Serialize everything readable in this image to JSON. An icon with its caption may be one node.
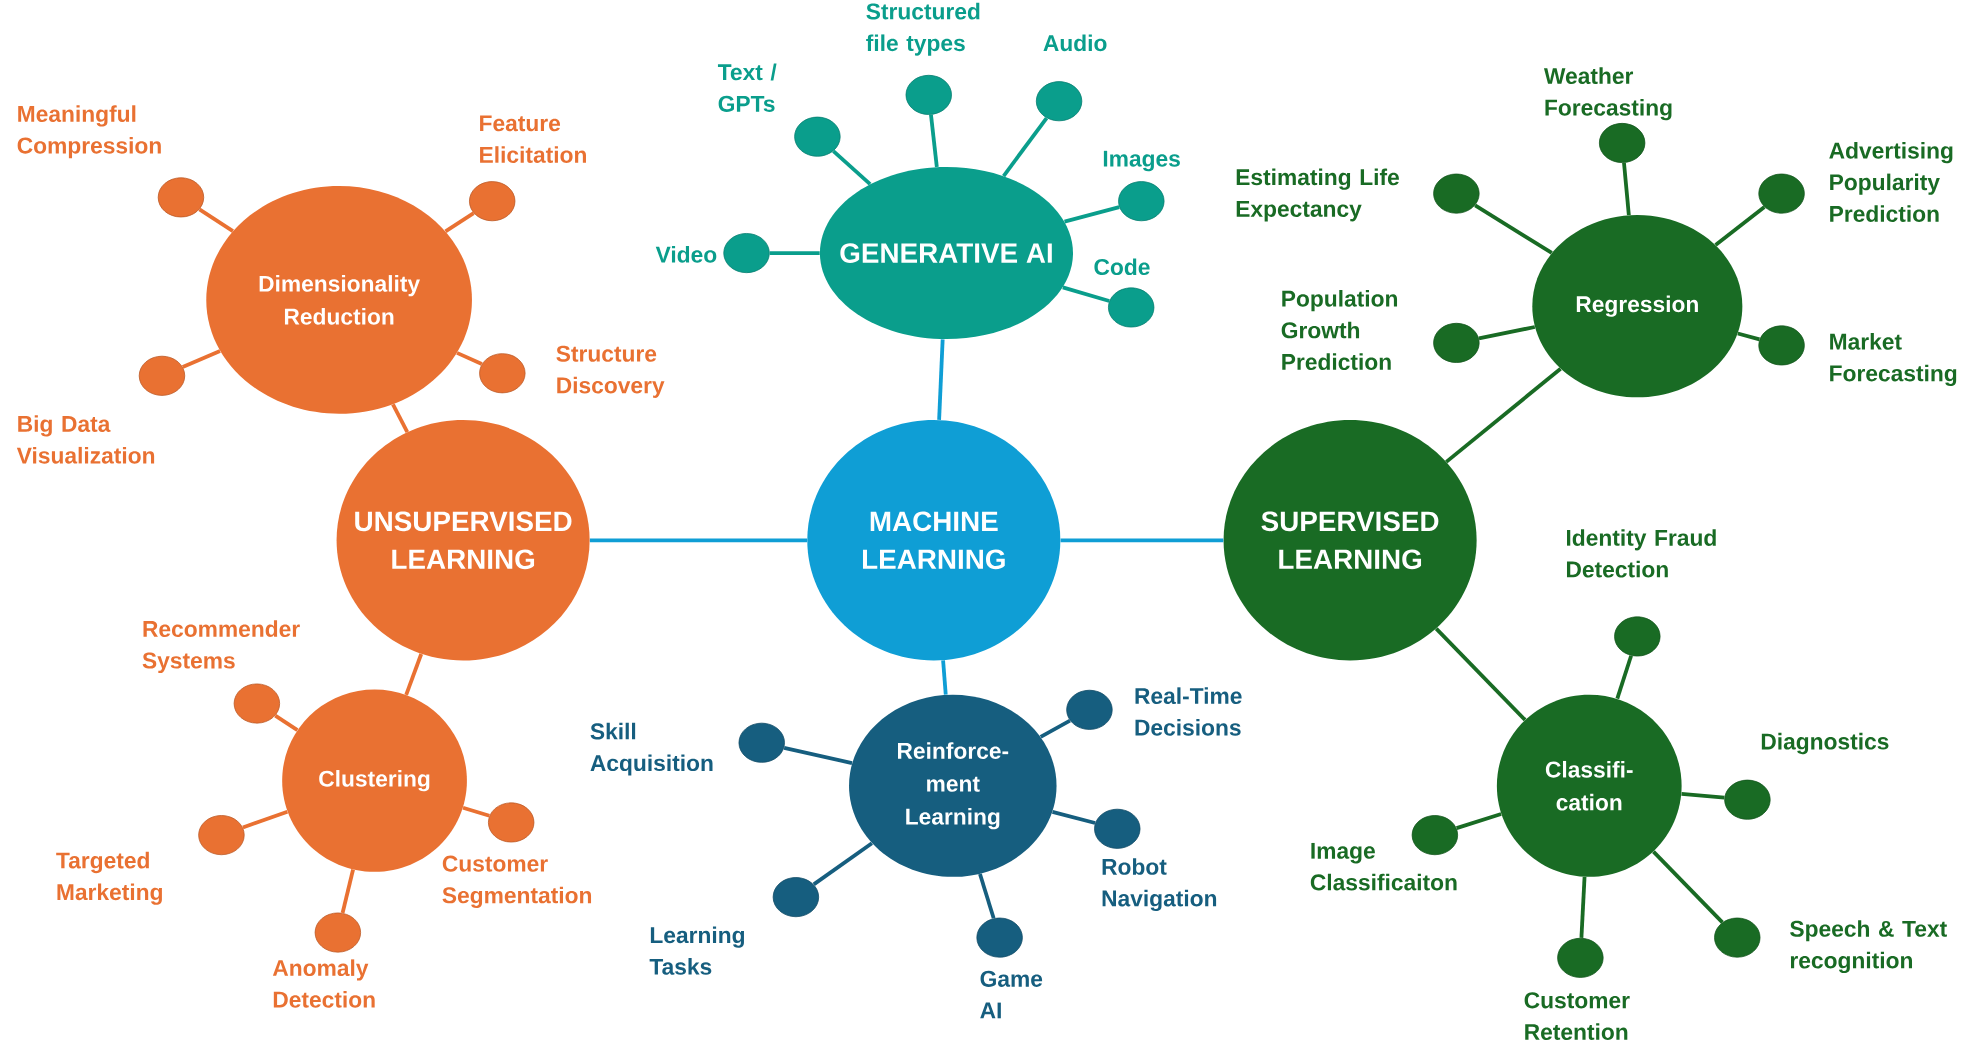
{
  "diagram": {
    "nodes": [
      {
        "text": [
          "MACHINE LEARNING"
        ]
      },
      {
        "text": [
          "GENERATIVE AI"
        ]
      },
      {
        "text": [
          "UNSUPERVISED LEARNING"
        ]
      },
      {
        "text": [
          "SUPERVISED LEARNING"
        ]
      },
      {
        "text": [
          "Reinforce-ment Learning"
        ]
      },
      {
        "text": [
          "Dimensionality Reduction"
        ]
      },
      {
        "text": [
          "Clustering"
        ]
      },
      {
        "text": [
          "Regression"
        ]
      },
      {
        "text": [
          "Classifi-cation"
        ]
      },
      {
        "text": [],
        "shape": "circle",
        "beside": [
          "Video"
        ]
      },
      {
        "text": [],
        "shape": "circle",
        "beside": [
          "Text / GPTs"
        ]
      },
      {
        "text": [],
        "shape": "circle",
        "beside": [
          "Structured file types"
        ]
      },
      {
        "text": [],
        "shape": "circle",
        "beside": [
          "Audio"
        ]
      },
      {
        "text": [],
        "shape": "circle",
        "beside": [
          "Images"
        ]
      },
      {
        "text": [],
        "shape": "circle",
        "beside": [
          "Code"
        ]
      },
      {
        "text": [],
        "shape": "circle",
        "beside": [
          "Meaningful Compression"
        ]
      },
      {
        "text": [],
        "shape": "circle",
        "beside": [
          "Feature Elicitation"
        ]
      },
      {
        "text": [],
        "shape": "circle",
        "beside": [
          "Big Data Visualization"
        ]
      },
      {
        "text": [],
        "shape": "circle",
        "beside": [
          "Structure Discovery"
        ]
      },
      {
        "text": [],
        "shape": "circle",
        "beside": [
          "Recommender Systems"
        ]
      },
      {
        "text": [],
        "shape": "circle",
        "beside": [
          "Customer Segmentation"
        ]
      },
      {
        "text": [],
        "shape": "circle",
        "beside": [
          "Targeted Marketing"
        ]
      },
      {
        "text": [],
        "shape": "circle",
        "beside": [
          "Anomaly Detection"
        ]
      },
      {
        "text": [],
        "shape": "circle",
        "beside": [
          "Skill Acquisition"
        ]
      },
      {
        "text": [],
        "shape": "circle",
        "beside": [
          "Real-Time Decisions"
        ]
      },
      {
        "text": [],
        "shape": "circle",
        "beside": [
          "Robot Navigation"
        ]
      },
      {
        "text": [],
        "shape": "circle",
        "beside": [
          "Learning Tasks"
        ]
      },
      {
        "text": [],
        "shape": "circle",
        "beside": [
          "Game AI"
        ]
      },
      {
        "text": [],
        "shape": "circle",
        "beside": [
          "Estimating Life Expectancy"
        ]
      },
      {
        "text": [],
        "shape": "circle",
        "beside": [
          "Weather Forecasting"
        ]
      },
      {
        "text": [],
        "shape": "circle",
        "beside": [
          "Advertising Popularity Prediction"
        ]
      },
      {
        "text": [],
        "shape": "circle",
        "beside": [
          "Population Growth Prediction"
        ]
      },
      {
        "text": [],
        "shape": "circle",
        "beside": [
          "Market Forecasting"
        ]
      },
      {
        "text": [],
        "shape": "circle",
        "beside": [
          "Identity Fraud Detection"
        ]
      },
      {
        "text": [],
        "shape": "circle",
        "beside": [
          "Diagnostics"
        ]
      },
      {
        "text": [],
        "shape": "circle",
        "beside": [
          "Image Classificaiton"
        ]
      },
      {
        "text": [],
        "shape": "circle",
        "beside": [
          "Speech & Text recognition"
        ]
      },
      {
        "text": [],
        "shape": "circle",
        "beside": [
          "Customer Retention"
        ]
      }
    ],
    "edges": [
      {
        "from": 0,
        "to": 1,
        "arrow": "none",
        "color": "#0f9ed5"
      },
      {
        "from": 0,
        "to": 2,
        "arrow": "none",
        "color": "#0f9ed5"
      },
      {
        "from": 0,
        "to": 3,
        "arrow": "none",
        "color": "#0f9ed5"
      },
      {
        "from": 0,
        "to": 4,
        "arrow": "none",
        "color": "#0f9ed5"
      },
      {
        "from": 2,
        "to": 5,
        "arrow": "none",
        "color": "#e97132"
      },
      {
        "from": 2,
        "to": 6,
        "arrow": "none",
        "color": "#e97132"
      },
      {
        "from": 3,
        "to": 7,
        "arrow": "none",
        "color": "#196b24"
      },
      {
        "from": 3,
        "to": 8,
        "arrow": "none",
        "color": "#196b24"
      },
      {
        "from": 1,
        "to": 9,
        "arrow": "none",
        "color": "#0a9e8c"
      },
      {
        "from": 1,
        "to": 10,
        "arrow": "none",
        "color": "#0a9e8c"
      },
      {
        "from": 1,
        "to": 11,
        "arrow": "none",
        "color": "#0a9e8c"
      },
      {
        "from": 1,
        "to": 12,
        "arrow": "none",
        "color": "#0a9e8c"
      },
      {
        "from": 1,
        "to": 13,
        "arrow": "none",
        "color": "#0a9e8c"
      },
      {
        "from": 1,
        "to": 14,
        "arrow": "none",
        "color": "#0a9e8c"
      },
      {
        "from": 5,
        "to": 15,
        "arrow": "none",
        "color": "#e97132"
      },
      {
        "from": 5,
        "to": 16,
        "arrow": "none",
        "color": "#e97132"
      },
      {
        "from": 5,
        "to": 17,
        "arrow": "none",
        "color": "#e97132"
      },
      {
        "from": 5,
        "to": 18,
        "arrow": "none",
        "color": "#e97132"
      },
      {
        "from": 6,
        "to": 19,
        "arrow": "none",
        "color": "#e97132"
      },
      {
        "from": 6,
        "to": 20,
        "arrow": "none",
        "color": "#e97132"
      },
      {
        "from": 6,
        "to": 21,
        "arrow": "none",
        "color": "#e97132"
      },
      {
        "from": 6,
        "to": 22,
        "arrow": "none",
        "color": "#e97132"
      },
      {
        "from": 4,
        "to": 23,
        "arrow": "none",
        "color": "#165e7f"
      },
      {
        "from": 4,
        "to": 24,
        "arrow": "none",
        "color": "#165e7f"
      },
      {
        "from": 4,
        "to": 25,
        "arrow": "none",
        "color": "#165e7f"
      },
      {
        "from": 4,
        "to": 26,
        "arrow": "none",
        "color": "#165e7f"
      },
      {
        "from": 4,
        "to": 27,
        "arrow": "none",
        "color": "#165e7f"
      },
      {
        "from": 7,
        "to": 28,
        "arrow": "none",
        "color": "#196b24"
      },
      {
        "from": 7,
        "to": 29,
        "arrow": "none",
        "color": "#196b24"
      },
      {
        "from": 7,
        "to": 30,
        "arrow": "none",
        "color": "#196b24"
      },
      {
        "from": 7,
        "to": 31,
        "arrow": "none",
        "color": "#196b24"
      },
      {
        "from": 7,
        "to": 32,
        "arrow": "none",
        "color": "#196b24"
      },
      {
        "from": 8,
        "to": 33,
        "arrow": "none",
        "color": "#196b24"
      },
      {
        "from": 8,
        "to": 34,
        "arrow": "none",
        "color": "#196b24"
      },
      {
        "from": 8,
        "to": 35,
        "arrow": "none",
        "color": "#196b24"
      },
      {
        "from": 8,
        "to": 36,
        "arrow": "none",
        "color": "#196b24"
      },
      {
        "from": 8,
        "to": 37,
        "arrow": "none",
        "color": "#196b24"
      }
    ]
  }
}
